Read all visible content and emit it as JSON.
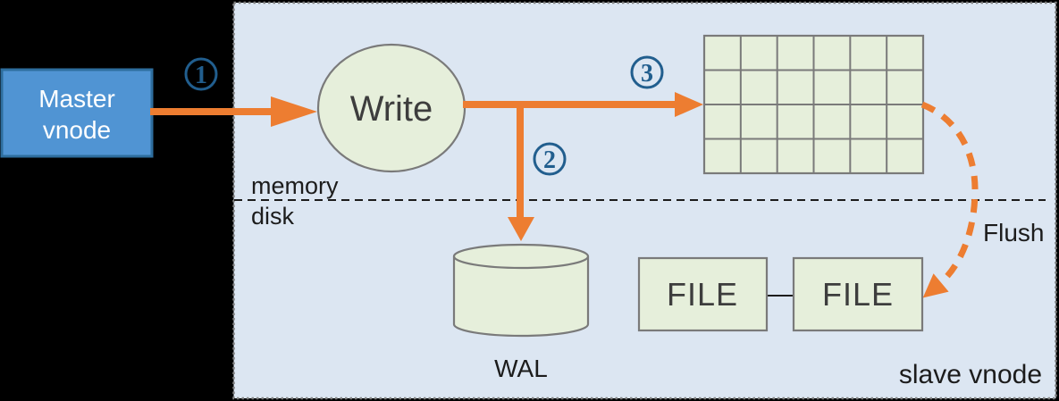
{
  "colors": {
    "background": "#000000",
    "panel_bg": "#DCE6F2",
    "panel_border": "#7F7F7F",
    "node_green": "#E6EFDB",
    "node_border": "#7A7A7A",
    "master_fill": "#5094D3",
    "master_border": "#2E6E9E",
    "arrow_orange": "#ED7D31",
    "badge_blue": "#215E8E",
    "ink": "#1C1C1C",
    "node_text": "#3D3D3D"
  },
  "nodes": {
    "master_vnode": {
      "label": "Master vnode",
      "line1": "Master",
      "line2": "vnode"
    },
    "write": {
      "label": "Write"
    },
    "wal": {
      "label": "WAL"
    },
    "files": [
      {
        "label": "FILE"
      },
      {
        "label": "FILE"
      }
    ],
    "memtable": {
      "rows": 4,
      "cols": 6
    }
  },
  "steps": [
    {
      "number": "1"
    },
    {
      "number": "2"
    },
    {
      "number": "3"
    }
  ],
  "labels": {
    "memory": "memory",
    "disk": "disk",
    "flush": "Flush",
    "slave_vnode": "slave vnode"
  }
}
